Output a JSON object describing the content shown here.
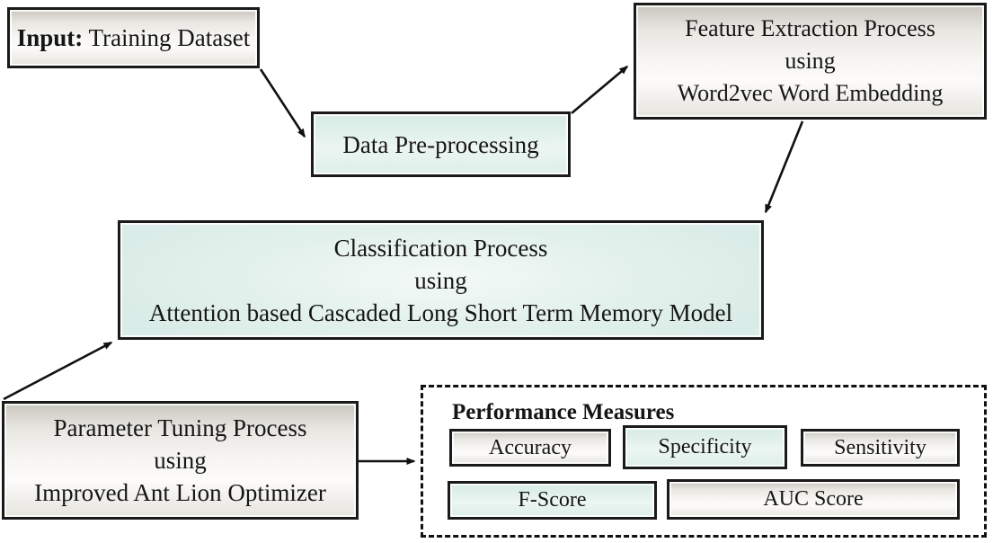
{
  "figure": {
    "nodes": {
      "input": {
        "prefix": "Input:",
        "text": " Training Dataset"
      },
      "preprocessing": {
        "text": "Data Pre-processing"
      },
      "feature_extraction": {
        "lines": [
          "Feature Extraction Process",
          "using",
          "Word2vec Word Embedding"
        ]
      },
      "classification": {
        "lines": [
          "Classification Process",
          "using",
          "Attention based Cascaded Long Short Term Memory Model"
        ]
      },
      "parameter_tuning": {
        "lines": [
          "Parameter Tuning Process",
          "using",
          "Improved Ant Lion Optimizer"
        ]
      },
      "performance": {
        "title": "Performance Measures",
        "measures": [
          {
            "label": "Accuracy",
            "style": "gray"
          },
          {
            "label": "Specificity",
            "style": "teal"
          },
          {
            "label": "Sensitivity",
            "style": "gray"
          },
          {
            "label": "F-Score",
            "style": "teal"
          },
          {
            "label": "AUC Score",
            "style": "gray"
          }
        ]
      }
    },
    "edges": [
      {
        "from": "input",
        "to": "preprocessing"
      },
      {
        "from": "preprocessing",
        "to": "feature_extraction"
      },
      {
        "from": "feature_extraction",
        "to": "classification"
      },
      {
        "from": "parameter_tuning",
        "to": "classification"
      },
      {
        "from": "parameter_tuning",
        "to": "performance"
      }
    ],
    "colors": {
      "teal_fill": "#ddeee9",
      "gray_fill_edge": "#c9c6bf",
      "gray_fill_center": "#fbfaf9",
      "box_border": "#1a1a1a",
      "arrow": "#111111",
      "background": "#ffffff"
    }
  }
}
